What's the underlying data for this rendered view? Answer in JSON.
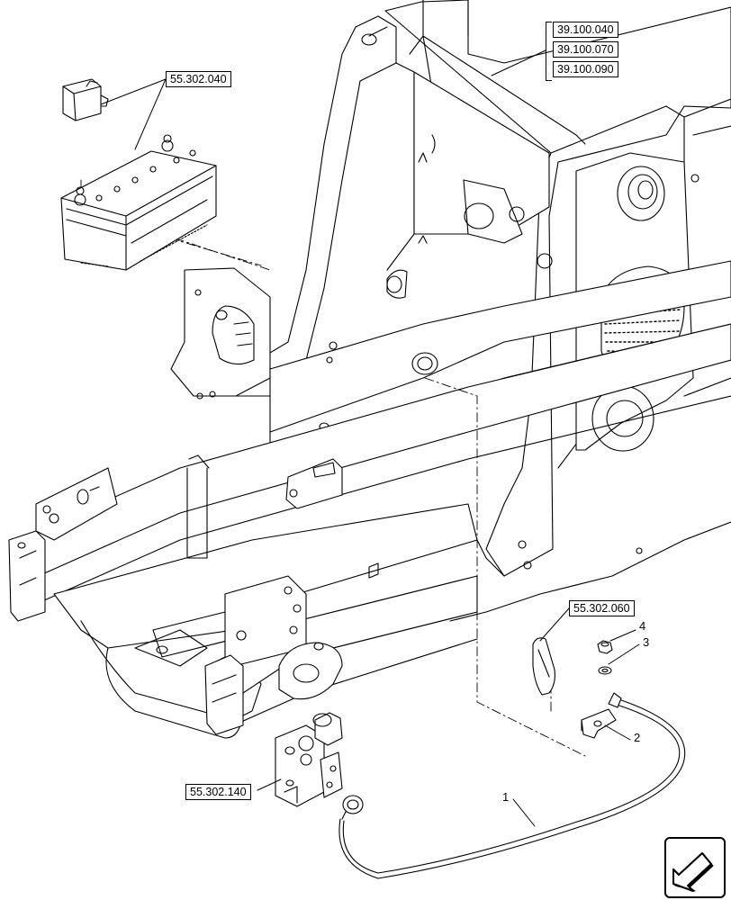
{
  "references": {
    "battery": "55.302.040",
    "frame_a": "39.100.040",
    "frame_b": "39.100.070",
    "frame_c": "39.100.090",
    "ground_strap": "55.302.060",
    "switch": "55.302.140"
  },
  "callouts": {
    "item1": "1",
    "item2": "2",
    "item3": "3",
    "item4": "4"
  },
  "icons": {
    "navigation": "back-arrow-icon"
  }
}
